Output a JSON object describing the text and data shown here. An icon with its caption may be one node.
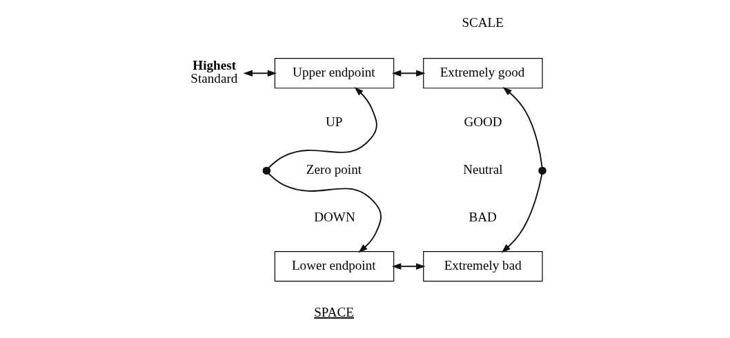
{
  "diagram": {
    "nodes": [
      {
        "text": [
          "Highest",
          "Standard"
        ]
      },
      {
        "text": [
          "Upper endpoint"
        ]
      },
      {
        "text": [
          "Extremely good"
        ]
      },
      {
        "text": [
          "Lower endpoint"
        ]
      },
      {
        "text": [
          "Extremely bad"
        ]
      },
      {
        "text": [],
        "shape": "circle"
      },
      {
        "text": [],
        "shape": "circle"
      }
    ],
    "edges": [
      {
        "from": 0,
        "to": 1,
        "arrow": "both"
      },
      {
        "from": 1,
        "to": 2,
        "arrow": "both"
      },
      {
        "from": 5,
        "to": 1,
        "arrow": "to"
      },
      {
        "from": 5,
        "to": 3,
        "arrow": "to"
      },
      {
        "from": 6,
        "to": 2,
        "arrow": "to"
      },
      {
        "from": 6,
        "to": 4,
        "arrow": "to"
      },
      {
        "from": 3,
        "to": 4,
        "arrow": "both"
      }
    ],
    "labels": [
      "SCALE",
      "UP",
      "GOOD",
      "Zero point",
      "Neutral",
      "DOWN",
      "BAD",
      "SPACE"
    ]
  }
}
